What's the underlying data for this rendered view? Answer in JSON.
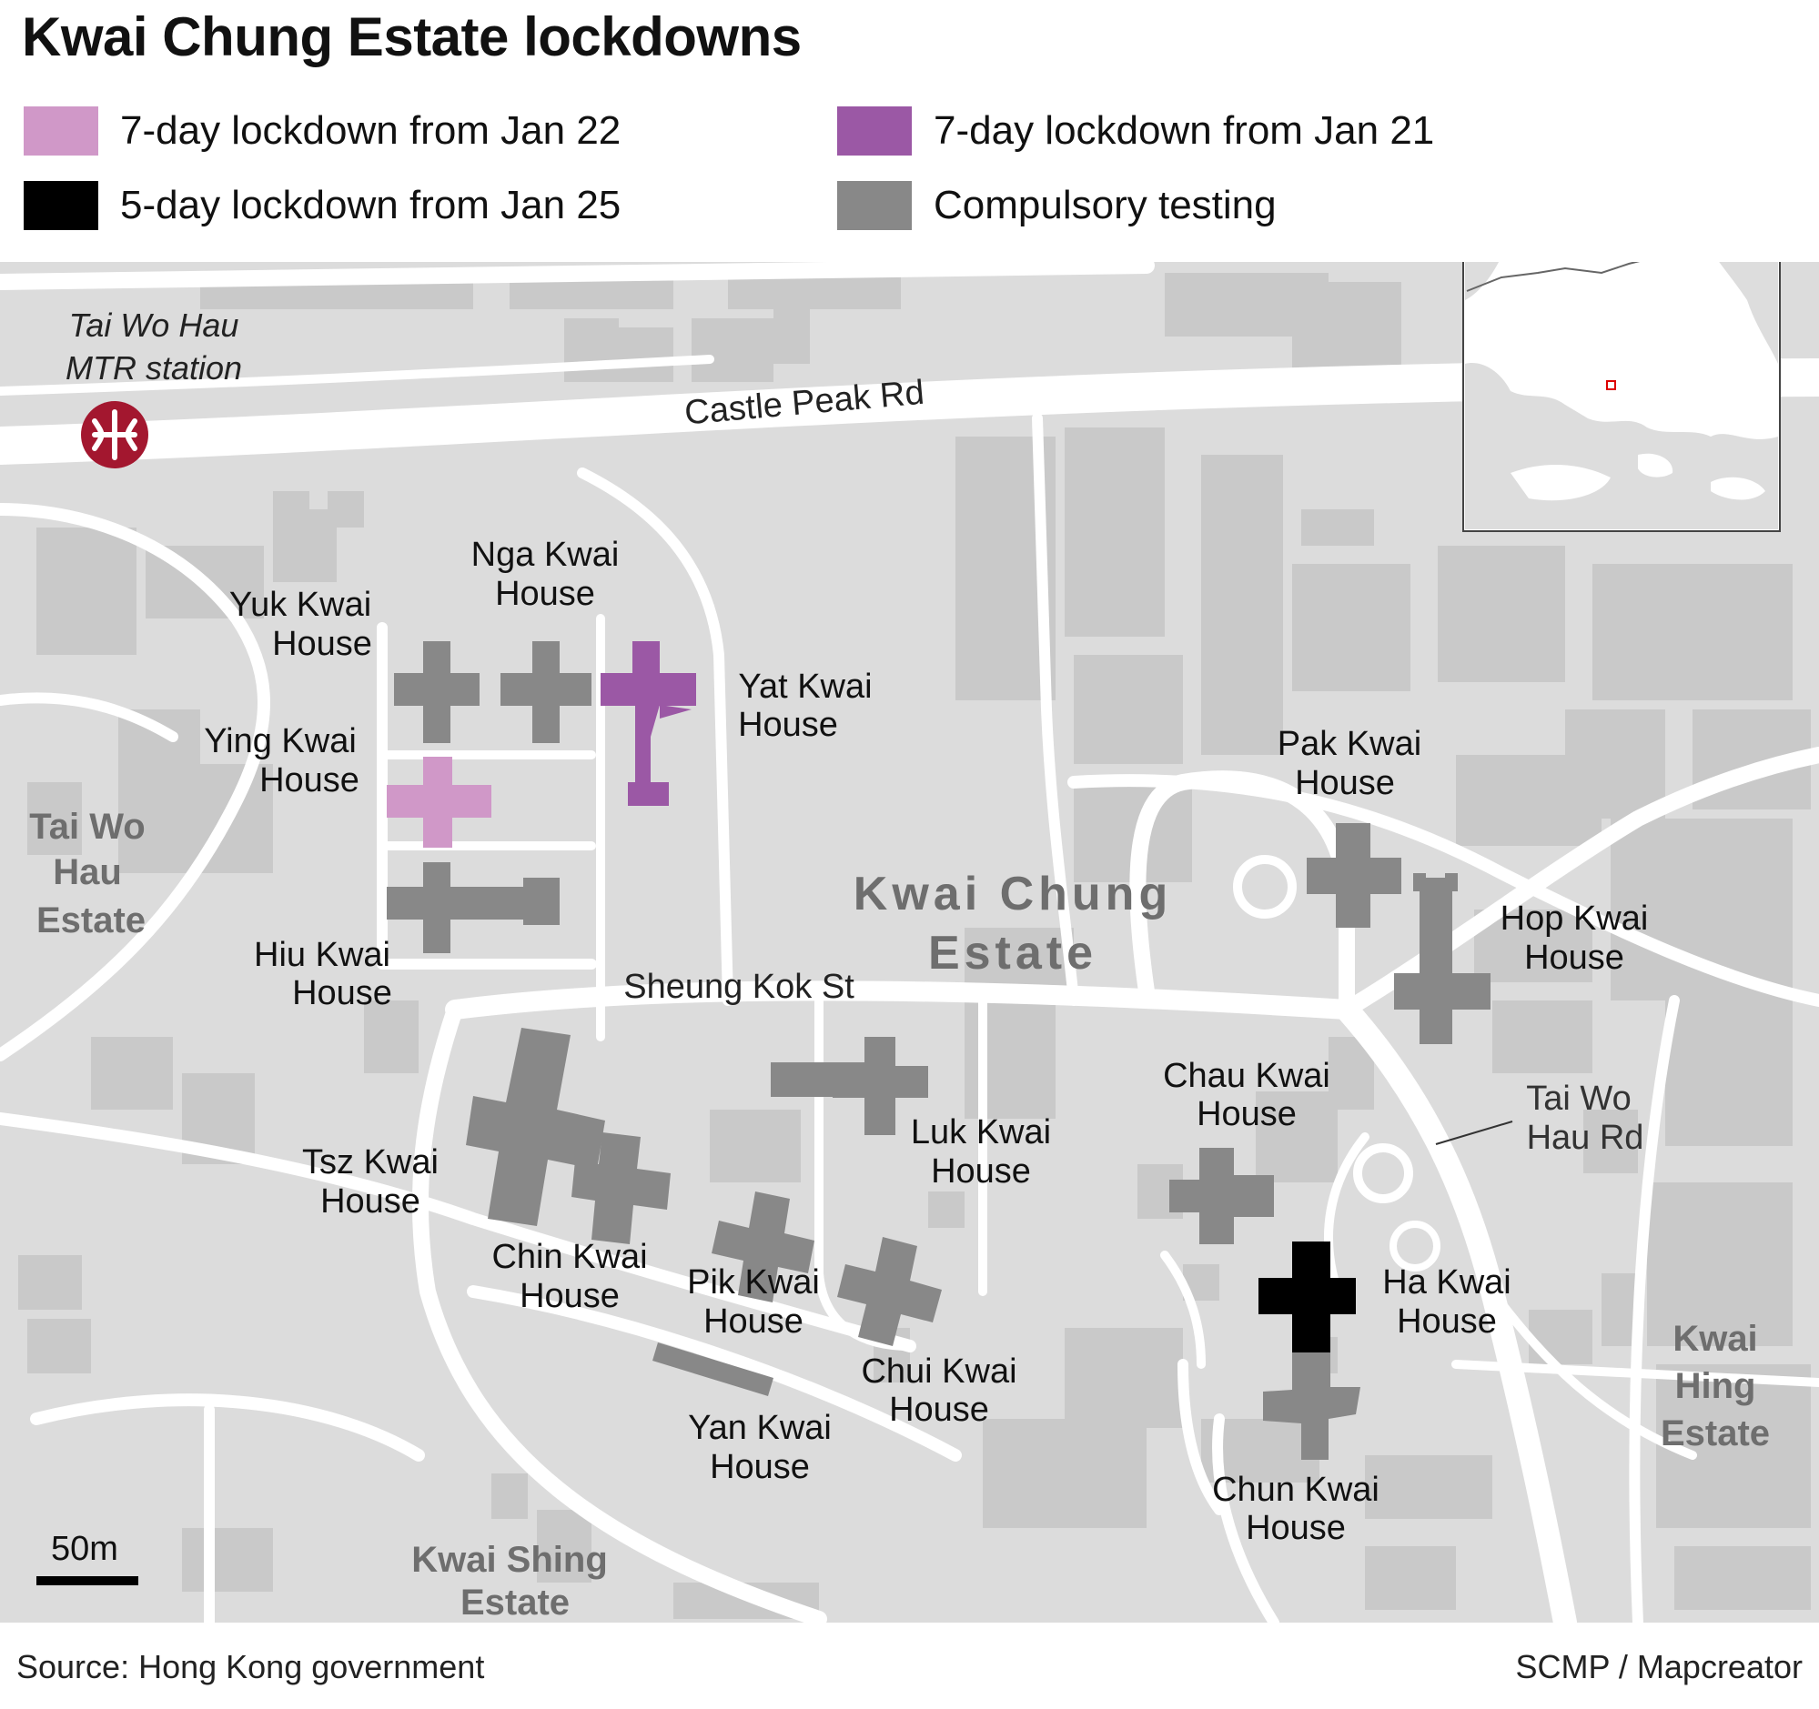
{
  "title": "Kwai Chung Estate lockdowns",
  "legend": [
    {
      "label": "7-day lockdown from Jan 22",
      "color": "#d098c8"
    },
    {
      "label": "7-day lockdown from Jan 21",
      "color": "#9b58a5"
    },
    {
      "label": "5-day lockdown from Jan 25",
      "color": "#000000"
    },
    {
      "label": "Compulsory testing",
      "color": "#888888"
    }
  ],
  "colors": {
    "land": "#dcdcdc",
    "road": "#ffffff",
    "building": "#c8c8c8",
    "testing": "#888888",
    "jan22": "#d098c8",
    "jan21": "#9b58a5",
    "jan25": "#000000",
    "mtr": "#a3172f"
  },
  "stations": {
    "mtr_line1": "Tai Wo Hau",
    "mtr_line2": "MTR station",
    "mtr_icon": "mtr-logo-icon"
  },
  "roads": {
    "castle_peak": "Castle Peak Rd",
    "sheung_kok": "Sheung Kok St",
    "tai_wo_hau_rd_1": "Tai Wo",
    "tai_wo_hau_rd_2": "Hau Rd"
  },
  "estates": {
    "tai_wo_hau": [
      "Tai Wo",
      "Hau",
      "Estate"
    ],
    "kwai_chung": [
      "Kwai Chung",
      "Estate"
    ],
    "kwai_hing": [
      "Kwai",
      "Hing",
      "Estate"
    ],
    "kwai_shing": [
      "Kwai Shing",
      "Estate"
    ]
  },
  "houses": {
    "nga_kwai": [
      "Nga Kwai",
      "House"
    ],
    "yuk_kwai": [
      "Yuk Kwai",
      "House"
    ],
    "yat_kwai": [
      "Yat Kwai",
      "House"
    ],
    "ying_kwai": [
      "Ying Kwai",
      "House"
    ],
    "hiu_kwai": [
      "Hiu Kwai",
      "House"
    ],
    "pak_kwai": [
      "Pak Kwai",
      "House"
    ],
    "hop_kwai": [
      "Hop Kwai",
      "House"
    ],
    "tsz_kwai": [
      "Tsz Kwai",
      "House"
    ],
    "luk_kwai": [
      "Luk Kwai",
      "House"
    ],
    "chau_kwai": [
      "Chau Kwai",
      "House"
    ],
    "chin_kwai": [
      "Chin Kwai",
      "House"
    ],
    "pik_kwai": [
      "Pik Kwai",
      "House"
    ],
    "ha_kwai": [
      "Ha Kwai",
      "House"
    ],
    "chui_kwai": [
      "Chui Kwai",
      "House"
    ],
    "yan_kwai": [
      "Yan Kwai",
      "House"
    ],
    "chun_kwai": [
      "Chun Kwai",
      "House"
    ]
  },
  "scale": {
    "label": "50m"
  },
  "footer": {
    "source": "Source: Hong Kong government",
    "credit": "SCMP / Mapcreator"
  }
}
